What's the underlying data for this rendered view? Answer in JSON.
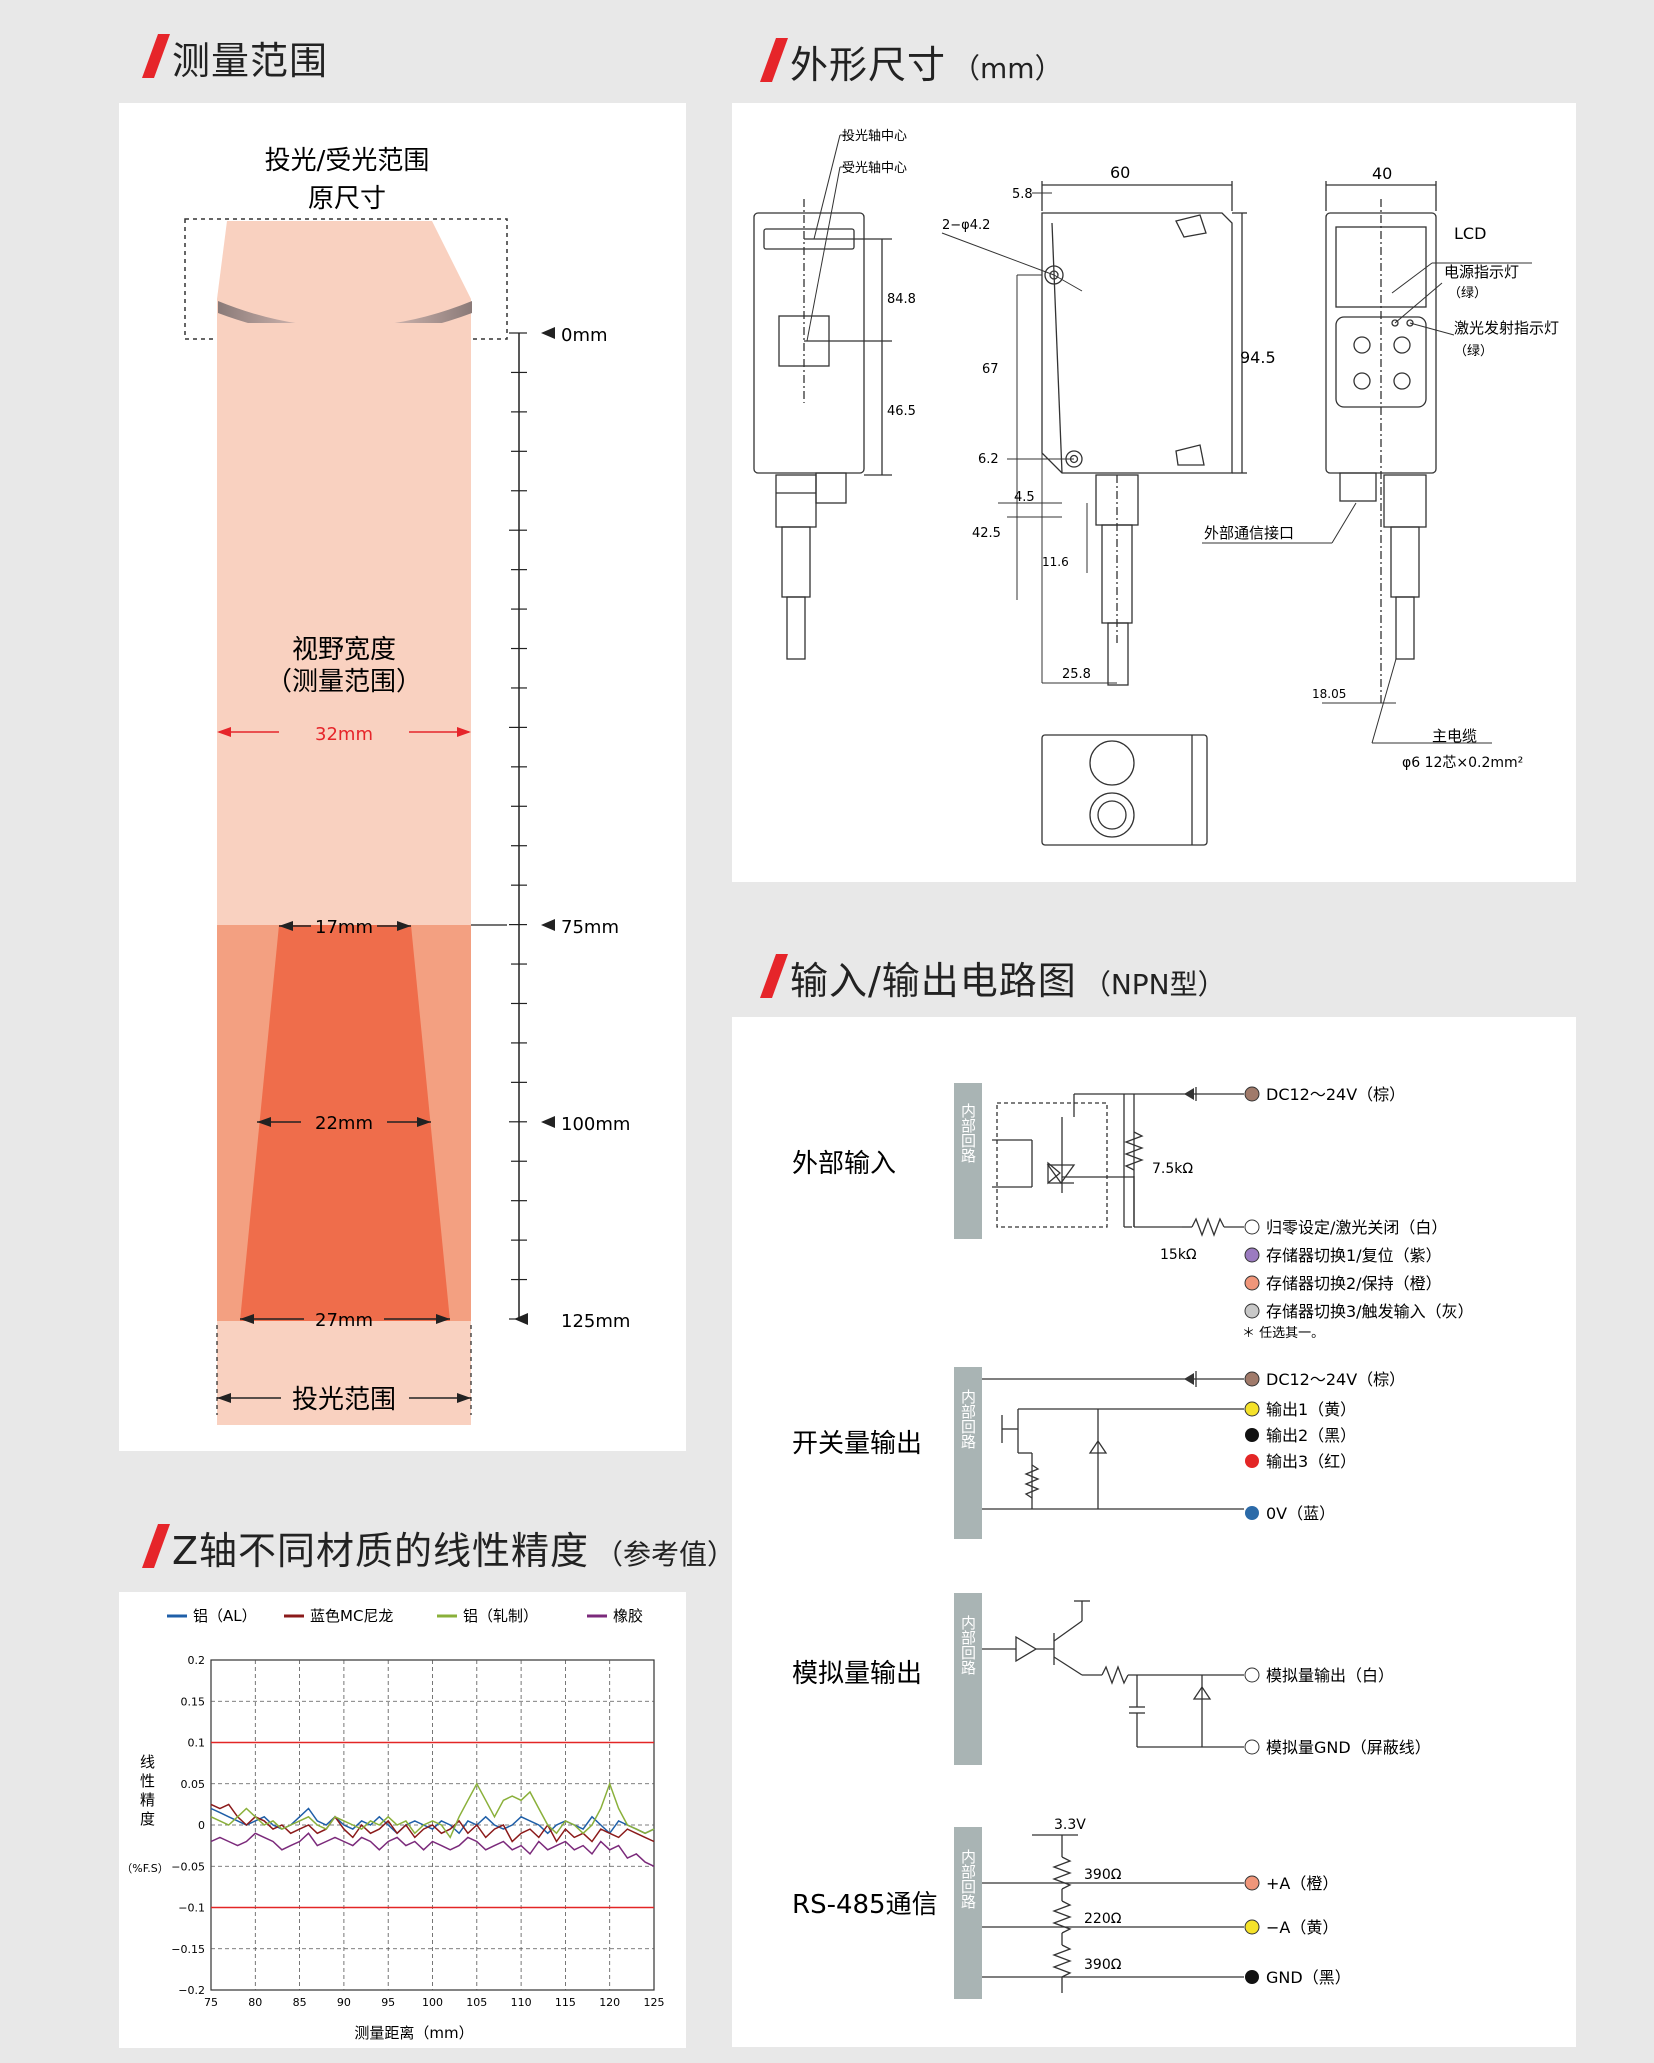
{
  "colors": {
    "accent_red": "#e6252a",
    "light_beam": "#f9d1c0",
    "mid_beam": "#f3a081",
    "dark_beam": "#ef6d4b",
    "panel_bg": "#ffffff",
    "page_bg": "#e8e8e8",
    "brown": "#a07a6a",
    "purple": "#9b7bc0",
    "orange": "#f0967a",
    "gray": "#c8c8c8",
    "yellow": "#f5e22a",
    "black": "#111111",
    "red": "#e32626",
    "blue": "#2b6aa8"
  },
  "sections": {
    "range": {
      "title": "测量范围"
    },
    "dimensions": {
      "title": "外形尺寸",
      "unit": "（mm）"
    },
    "io": {
      "title": "输入/输出电路图",
      "unit": "（NPN型）"
    },
    "linearity": {
      "title": "Z轴不同材质的线性精度",
      "unit": "（参考值）"
    }
  },
  "range_panel": {
    "label_top_1": "投光/受光范围",
    "label_top_2": "原尺寸",
    "label_fov_1": "视野宽度",
    "label_fov_2": "（测量范围）",
    "width_32": "32mm",
    "width_17": "17mm",
    "width_22": "22mm",
    "width_27": "27mm",
    "mark_0": "0mm",
    "mark_75": "75mm",
    "mark_100": "100mm",
    "mark_125": "125mm",
    "label_emit": "投光范围",
    "scale": {
      "min": 0,
      "max": 125,
      "minor_step": 5
    },
    "fov_widths": {
      "at_0": 32,
      "at_75": 17,
      "at_100": 22,
      "at_125": 27
    }
  },
  "dim_panel": {
    "emit_axis": "投光轴中心",
    "recv_axis": "受光轴中心",
    "d60": "60",
    "d58": "5.8",
    "d_hole": "2−φ4.2",
    "d848": "84.8",
    "d465": "46.5",
    "d67": "67",
    "d945": "94.5",
    "d62": "6.2",
    "d45": "4.5",
    "d425": "42.5",
    "d116": "11.6",
    "d258": "25.8",
    "d40": "40",
    "lcd": "LCD",
    "power_led": "电源指示灯",
    "green_1": "（绿）",
    "laser_led": "激光发射指示灯",
    "green_2": "（绿）",
    "ext_port": "外部通信接口",
    "d1805": "18.05",
    "main_cable": "主电缆",
    "cable_spec": "φ6  12芯×0.2mm²"
  },
  "io_panel": {
    "internal": "内部回路",
    "ext_input": {
      "label": "外部输入",
      "dc": "DC12～24V（棕）",
      "r1": "7.5kΩ",
      "r2": "15kΩ",
      "items": [
        {
          "label": "归零设定/激光关闭（白）",
          "color": "#ffffff"
        },
        {
          "label": "存储器切换1/复位（紫）",
          "color": "#9b7bc0"
        },
        {
          "label": "存储器切换2/保持（橙）",
          "color": "#f0967a"
        },
        {
          "label": "存储器切换3/触发输入（灰）",
          "color": "#c8c8c8"
        }
      ],
      "note": "＊ 任选其一。"
    },
    "switch_out": {
      "label": "开关量输出",
      "dc": "DC12～24V（棕）",
      "out1": "输出1（黄）",
      "out2": "输出2（黑）",
      "out3": "输出3（红）",
      "zero": "0V（蓝）"
    },
    "analog_out": {
      "label": "模拟量输出",
      "out": "模拟量输出（白）",
      "gnd": "模拟量GND（屏蔽线）"
    },
    "rs485": {
      "label": "RS-485通信",
      "v33": "3.3V",
      "r390a": "390Ω",
      "r220": "220Ω",
      "r390b": "390Ω",
      "a_plus": "+A（橙）",
      "a_minus": "−A（黄）",
      "gnd": "GND（黑）"
    }
  },
  "chart_data": {
    "type": "line",
    "ylabel": "线性精度",
    "ylabel_unit": "（%F.S）",
    "xlabel": "测量距离（mm）",
    "xlim": [
      75,
      125
    ],
    "ylim": [
      -0.2,
      0.2
    ],
    "x_ticks": [
      "75",
      "80",
      "85",
      "90",
      "95",
      "100",
      "105",
      "110",
      "115",
      "120",
      "125"
    ],
    "y_ticks": [
      "0.2",
      "0.15",
      "0.1",
      "0.05",
      "0",
      "−0.05",
      "−0.1",
      "−0.15",
      "−0.2"
    ],
    "limit_lines": [
      0.1,
      -0.1
    ],
    "grid": true,
    "legend": "top",
    "x": [
      75,
      76,
      77,
      78,
      79,
      80,
      81,
      82,
      83,
      84,
      85,
      86,
      87,
      88,
      89,
      90,
      91,
      92,
      93,
      94,
      95,
      96,
      97,
      98,
      99,
      100,
      101,
      102,
      103,
      104,
      105,
      106,
      107,
      108,
      109,
      110,
      111,
      112,
      113,
      114,
      115,
      116,
      117,
      118,
      119,
      120,
      121,
      122,
      123,
      124,
      125
    ],
    "series": [
      {
        "name": "铝（AL）",
        "color": "#1f5fa8",
        "values": [
          0.02,
          0.015,
          0.01,
          0.005,
          0.0,
          0.005,
          0.01,
          0.0,
          -0.005,
          0.0,
          0.01,
          0.02,
          0.005,
          0.0,
          0.01,
          0.0,
          -0.005,
          0.005,
          0.0,
          0.01,
          0.0,
          -0.01,
          0.0,
          0.005,
          0.0,
          -0.005,
          0.005,
          0.0,
          -0.01,
          0.005,
          0.0,
          0.01,
          0.0,
          -0.005,
          0.0,
          0.01,
          0.005,
          0.0,
          -0.01,
          0.0,
          0.005,
          0.0,
          -0.005,
          0.01,
          0.0,
          -0.01,
          0.005,
          0.0,
          -0.005,
          -0.01,
          -0.005
        ]
      },
      {
        "name": "蓝色MC尼龙",
        "color": "#8b1a1a",
        "values": [
          0.025,
          0.02,
          0.025,
          0.01,
          0.0,
          0.01,
          0.005,
          -0.005,
          0.0,
          -0.01,
          -0.005,
          0.0,
          -0.01,
          -0.005,
          0.01,
          -0.005,
          -0.015,
          0.0,
          -0.01,
          -0.005,
          0.005,
          -0.01,
          0.0,
          -0.015,
          -0.005,
          0.0,
          -0.01,
          -0.005,
          0.005,
          -0.01,
          0.0,
          -0.015,
          -0.005,
          0.0,
          -0.02,
          -0.01,
          -0.005,
          -0.015,
          0.0,
          -0.02,
          -0.005,
          -0.015,
          -0.01,
          -0.02,
          -0.005,
          -0.01,
          -0.015,
          -0.005,
          -0.01,
          -0.015,
          -0.02
        ]
      },
      {
        "name": "铝（轧制）",
        "color": "#8ab03a",
        "values": [
          0.01,
          0.005,
          0.0,
          0.01,
          0.02,
          0.01,
          0.0,
          0.005,
          -0.005,
          0.0,
          0.005,
          0.01,
          0.0,
          -0.005,
          0.01,
          0.005,
          0.0,
          -0.005,
          0.005,
          0.0,
          0.01,
          0.0,
          0.005,
          -0.01,
          0.0,
          0.005,
          0.0,
          -0.015,
          0.01,
          0.03,
          0.05,
          0.03,
          0.01,
          0.03,
          0.035,
          0.03,
          0.04,
          0.02,
          0.0,
          -0.01,
          0.005,
          0.0,
          -0.01,
          0.0,
          0.02,
          0.05,
          0.02,
          0.0,
          -0.005,
          -0.01,
          -0.005
        ]
      },
      {
        "name": "橡胶",
        "color": "#7b2a7b",
        "values": [
          -0.02,
          -0.015,
          -0.02,
          -0.025,
          -0.02,
          -0.01,
          -0.015,
          -0.02,
          -0.03,
          -0.025,
          -0.02,
          -0.01,
          -0.025,
          -0.02,
          -0.015,
          -0.02,
          -0.025,
          -0.015,
          -0.02,
          -0.03,
          -0.02,
          -0.015,
          -0.025,
          -0.02,
          -0.03,
          -0.02,
          -0.025,
          -0.03,
          -0.025,
          -0.015,
          -0.02,
          -0.03,
          -0.025,
          -0.02,
          -0.03,
          -0.025,
          -0.035,
          -0.02,
          -0.03,
          -0.025,
          -0.02,
          -0.03,
          -0.025,
          -0.035,
          -0.02,
          -0.03,
          -0.025,
          -0.04,
          -0.035,
          -0.045,
          -0.05
        ]
      }
    ]
  }
}
